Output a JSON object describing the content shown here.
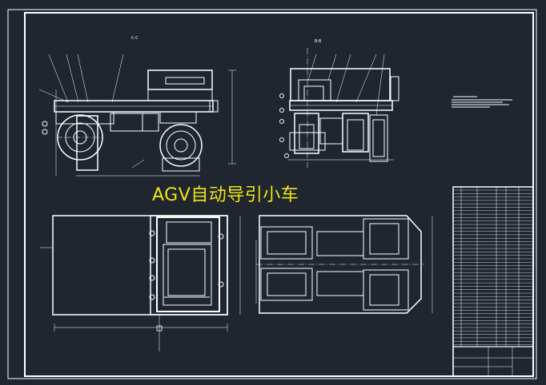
{
  "drawing": {
    "title": "AGV自动导引小车",
    "section_label_left": "C-C",
    "section_label_right": "B-B",
    "colors": {
      "background": "#1f2630",
      "lines": "#ffffff",
      "title": "#f2e60d"
    }
  }
}
